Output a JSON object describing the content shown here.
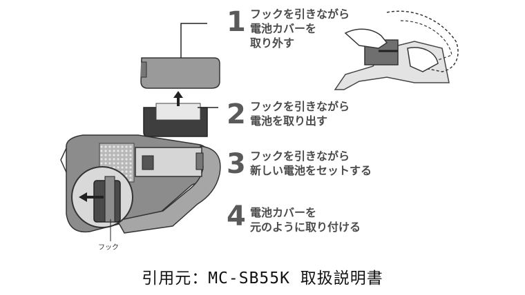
{
  "steps": [
    {
      "number": "1",
      "line1": "フックを引きながら",
      "line2": "電池カバーを",
      "line3": "取り外す"
    },
    {
      "number": "2",
      "line1": "フックを引きながら",
      "line2": "電池を取り出す"
    },
    {
      "number": "3",
      "line1": "フックを引きながら",
      "line2": "新しい電池をセットする"
    },
    {
      "number": "4",
      "line1": "電池カバーを",
      "line2": "元のように取り付ける"
    }
  ],
  "hook_label": "フック",
  "caption": "引用元：MC-SB55K 取扱説明書",
  "colors": {
    "ink": "#4a4a4a",
    "body_gray": "#8c8c8c",
    "dark_gray": "#3e3e3e",
    "light_gray": "#d6d6d6"
  }
}
